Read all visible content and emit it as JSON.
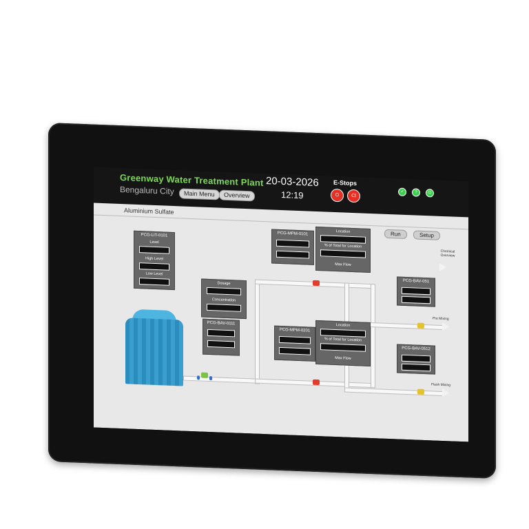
{
  "header": {
    "plant_title": "Greenway Water Treatment Plant",
    "city": "Bengaluru City",
    "buttons": [
      "Main Menu",
      "Overview"
    ],
    "date": "20-03-2026",
    "time": "12:19",
    "estops_label": "E-Stops",
    "estop_icons": [
      "O",
      "Cl"
    ],
    "status_icons": [
      "ok-icon",
      "help-icon",
      "exit-icon"
    ]
  },
  "panel": {
    "title": "Aluminium Sulfate",
    "run_label": "Run",
    "setup_label": "Setup",
    "chemical_overview": "Chemical Overview",
    "pre_mixing": "Pre Mixing",
    "flash_mixing": "Flash Mixing"
  },
  "lit": {
    "tag": "PCG-LIT-0101",
    "level": "Level",
    "high_level": "High Level",
    "low_level": "Low Level"
  },
  "dosage": {
    "dosage": "Dosage",
    "concentration": "Concentration"
  },
  "bav_0111": "PCG-BAV-0111",
  "mpm_0101": "PCG-MPM-0101",
  "mpm_0201": "PCG-MPM-0201",
  "loc": {
    "location": "Location",
    "pct": "% of Total for Location",
    "max_flow": "Max Flow"
  },
  "bav_051": "PCG-BAV-051",
  "bav_0512": "PCG-BAV-0512",
  "colors": {
    "accent": "#7ed957",
    "estop": "#e53026",
    "tank": "#2b8dbd"
  }
}
